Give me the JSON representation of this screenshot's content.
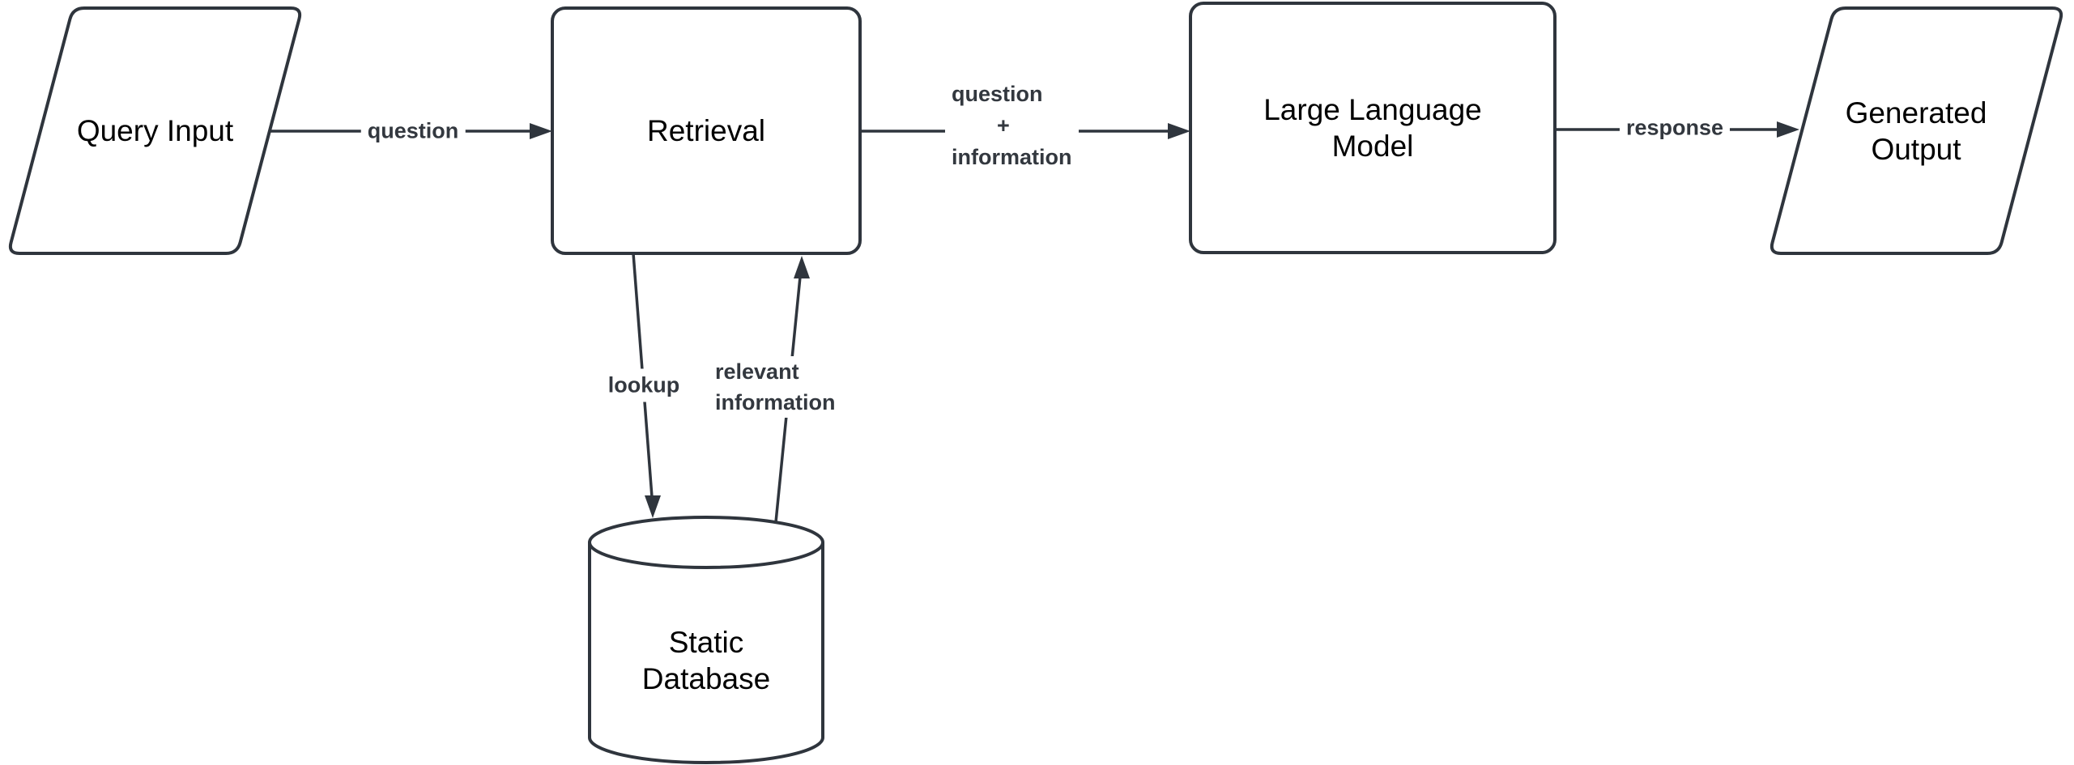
{
  "theme": {
    "canvas_bg": "#ffffff",
    "stroke_color": "#2f353d",
    "node_text_color": "#000000",
    "edge_label_color": "#33383f"
  },
  "nodes": {
    "query_input": {
      "label": "Query Input",
      "shape": "parallelogram"
    },
    "retrieval": {
      "label": "Retrieval",
      "shape": "rounded-rectangle"
    },
    "llm": {
      "label": "Large Language Model",
      "shape": "rounded-rectangle"
    },
    "generated_output": {
      "label": "Generated Output",
      "shape": "parallelogram"
    },
    "static_database": {
      "label": "Static Database",
      "shape": "cylinder"
    }
  },
  "edges": {
    "question": {
      "label": "question",
      "from": "query_input",
      "to": "retrieval"
    },
    "question_information": {
      "lines": [
        "question",
        "+",
        "information"
      ],
      "from": "retrieval",
      "to": "llm"
    },
    "response": {
      "label": "response",
      "from": "llm",
      "to": "generated_output"
    },
    "lookup": {
      "label": "lookup",
      "from": "retrieval",
      "to": "static_database"
    },
    "relevant_information": {
      "lines": [
        "relevant",
        "information"
      ],
      "from": "static_database",
      "to": "retrieval"
    }
  }
}
